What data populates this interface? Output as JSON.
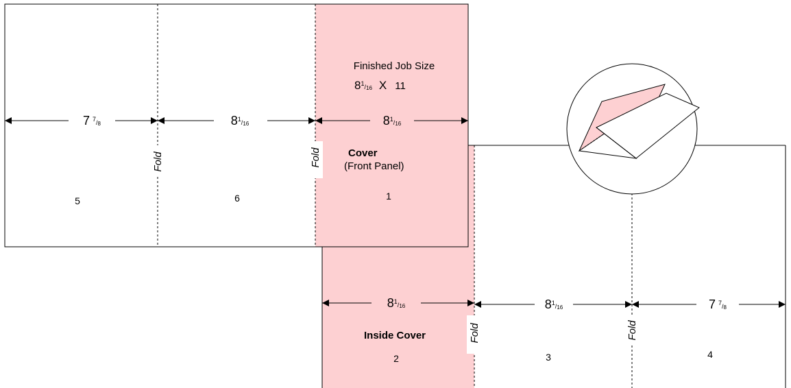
{
  "colors": {
    "panel_fill": "#fdd0d2",
    "line": "#000000",
    "background": "#ffffff"
  },
  "outside_sheet": {
    "panels": [
      {
        "number": "5"
      },
      {
        "number": "6"
      },
      {
        "number": "1",
        "title": "Cover",
        "subtitle": "(Front Panel)"
      }
    ],
    "widths": [
      {
        "whole": "7",
        "num": "7",
        "den": "8"
      },
      {
        "whole": "8",
        "num": "1",
        "den": "16"
      },
      {
        "whole": "8",
        "num": "1",
        "den": "16"
      }
    ],
    "fold_labels": [
      "Fold",
      "Fold"
    ],
    "finished_size": {
      "title": "Finished Job Size",
      "whole": "8",
      "num": "1",
      "den": "16",
      "times": "X",
      "height": "11"
    }
  },
  "inside_sheet": {
    "panels": [
      {
        "number": "2",
        "title": "Inside Cover"
      },
      {
        "number": "3"
      },
      {
        "number": "4"
      }
    ],
    "widths": [
      {
        "whole": "8",
        "num": "1",
        "den": "16"
      },
      {
        "whole": "8",
        "num": "1",
        "den": "16"
      },
      {
        "whole": "7",
        "num": "7",
        "den": "8"
      }
    ],
    "fold_labels": [
      "Fold",
      "Fold"
    ]
  },
  "fold_illustration": {
    "icon": "folded-brochure-icon"
  }
}
